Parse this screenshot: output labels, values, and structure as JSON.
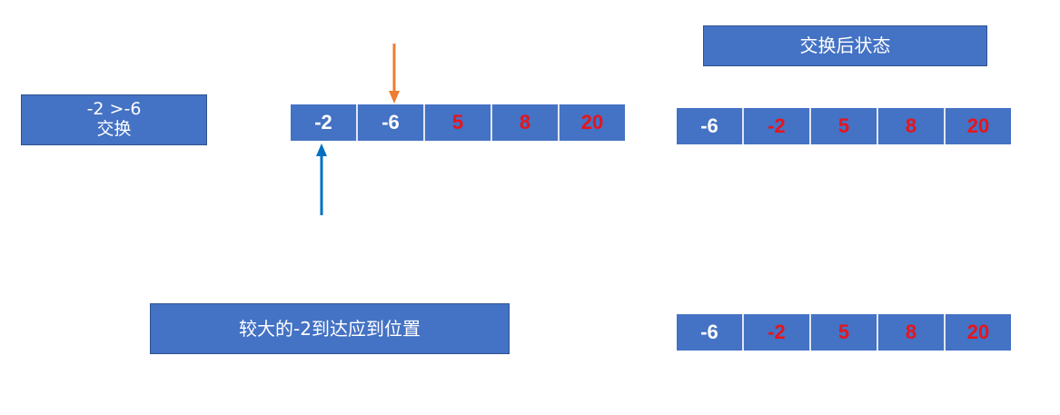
{
  "compare_box": {
    "line1": "-2 >-6",
    "line2": "交换"
  },
  "after_swap_title": "交换后状态",
  "result_box": "较大的-2到达应到位置",
  "colors": {
    "cell_bg": "#4472c4",
    "sorted_text": "#e8141b",
    "unsorted_text": "#ffffff",
    "pointer_j": "#ed7d31",
    "pointer_i": "#0070c0"
  },
  "arrays": {
    "current": [
      {
        "value": "-2",
        "state": "white"
      },
      {
        "value": "-6",
        "state": "white"
      },
      {
        "value": "5",
        "state": "red"
      },
      {
        "value": "8",
        "state": "red"
      },
      {
        "value": "20",
        "state": "red"
      }
    ],
    "after_swap": [
      {
        "value": "-6",
        "state": "white"
      },
      {
        "value": "-2",
        "state": "red"
      },
      {
        "value": "5",
        "state": "red"
      },
      {
        "value": "8",
        "state": "red"
      },
      {
        "value": "20",
        "state": "red"
      }
    ],
    "final": [
      {
        "value": "-6",
        "state": "white"
      },
      {
        "value": "-2",
        "state": "red"
      },
      {
        "value": "5",
        "state": "red"
      },
      {
        "value": "8",
        "state": "red"
      },
      {
        "value": "20",
        "state": "red"
      }
    ]
  }
}
